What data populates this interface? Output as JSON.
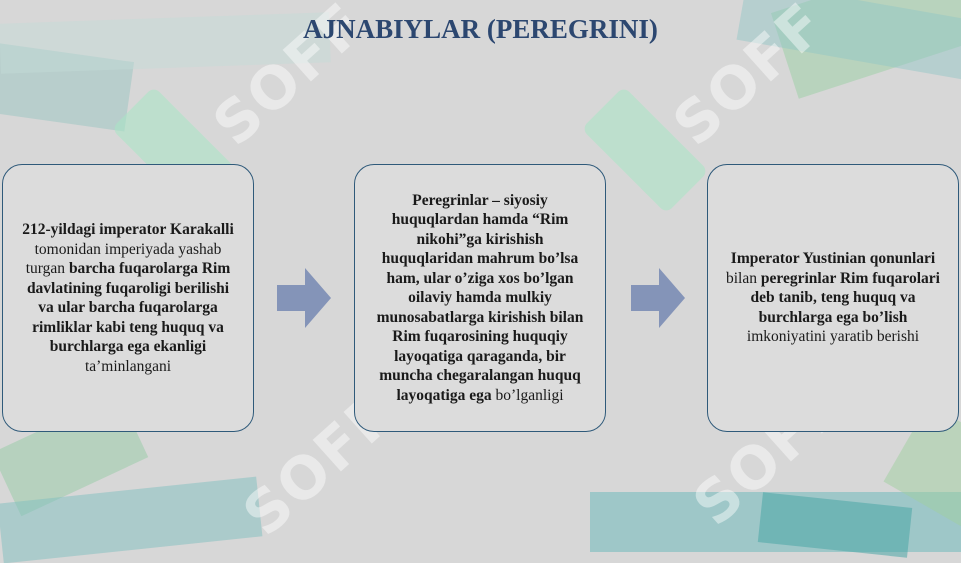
{
  "title": "AJNABIYLAR (PEREGRINI)",
  "watermark": {
    "text": "SOFF"
  },
  "colors": {
    "title": "#2c4770",
    "card_border": "#2f5a7a",
    "arrow": "#8494b8",
    "background": "#d7d7d7"
  },
  "cards": [
    {
      "runs": [
        {
          "t": "212-yildagi imperator Karakalli",
          "b": true
        },
        {
          "t": " tomonidan imperiyada yashab turgan ",
          "b": false
        },
        {
          "t": "barcha fuqarolarga Rim davlatining fuqaroligi berilishi va ular barcha fuqarolarga rimliklar kabi teng huquq va burchlarga ega ekanligi",
          "b": true
        },
        {
          "t": " ta’minlangani",
          "b": false
        }
      ]
    },
    {
      "runs": [
        {
          "t": "Peregrinlar – siyosiy huquqlardan hamda “Rim nikohi”ga kirishish huquqlaridan mahrum bo’lsa ham, ular o’ziga xos bo’lgan oilaviy hamda mulkiy munosabatlarga kirishish bilan Rim fuqarosining huquqiy layoqatiga qaraganda, bir muncha chegaralangan huquq layoqatiga ega",
          "b": true
        },
        {
          "t": " bo’lganligi",
          "b": false
        }
      ]
    },
    {
      "runs": [
        {
          "t": "Imperator Yustinian qonunlari",
          "b": true
        },
        {
          "t": " bilan ",
          "b": false
        },
        {
          "t": "peregrinlar Rim fuqarolari deb tanib, teng huquq va burchlarga ega bo’lish",
          "b": true
        },
        {
          "t": " imkoniyatini yaratib berishi",
          "b": false
        }
      ]
    }
  ],
  "arrows": [
    {
      "icon": "right-arrow-icon"
    },
    {
      "icon": "right-arrow-icon"
    }
  ]
}
